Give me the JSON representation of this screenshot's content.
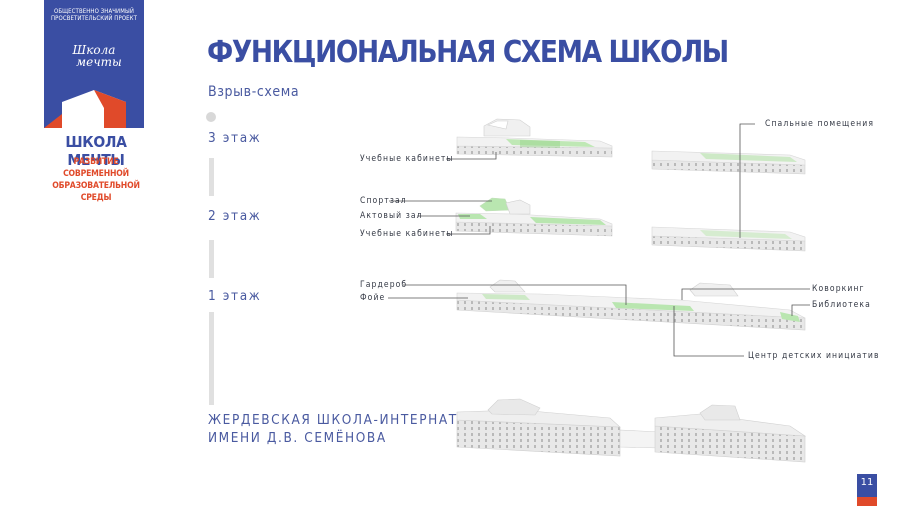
{
  "logo": {
    "project_line1": "ОБЩЕСТВЕННО ЗНАЧИМЫЙ",
    "project_line2": "ПРОСВЕТИТЕЛЬСКИЙ ПРОЕКТ",
    "script_line1": "Школа",
    "script_line2": "мечты",
    "slogan_title": "ШКОЛА МЕЧТЫ",
    "slogan_sub1": "РАЗВИТИЕ СОВРЕМЕННОЙ",
    "slogan_sub2": "ОБРАЗОВАТЕЛЬНОЙ СРЕДЫ"
  },
  "title": "ФУНКЦИОНАЛЬНАЯ СХЕМА ШКОЛЫ",
  "subtitle": "Взрыв-схема",
  "floors": [
    "3 этаж",
    "2 этаж",
    "1 этаж"
  ],
  "school_name_line1": "ЖЕРДЕВСКАЯ ШКОЛА-ИНТЕРНАТ",
  "school_name_line2": "ИМЕНИ Д.В. СЕМЁНОВА",
  "callouts": {
    "f3_classes": "Учебные кабинеты",
    "sleeping": "Спальные помещения",
    "gym": "Спортзал",
    "hall": "Актовый зал",
    "f2_classes": "Учебные кабинеты",
    "wardrobe": "Гардероб",
    "foyer": "Фойе",
    "coworking": "Коворкинг",
    "library": "Библиотека",
    "center": "Центр детских инициатив"
  },
  "page_number": "11",
  "colors": {
    "brand_blue": "#3a4ea3",
    "accent_red": "#e04a2a",
    "highlight_green": "#b9e6b0"
  }
}
